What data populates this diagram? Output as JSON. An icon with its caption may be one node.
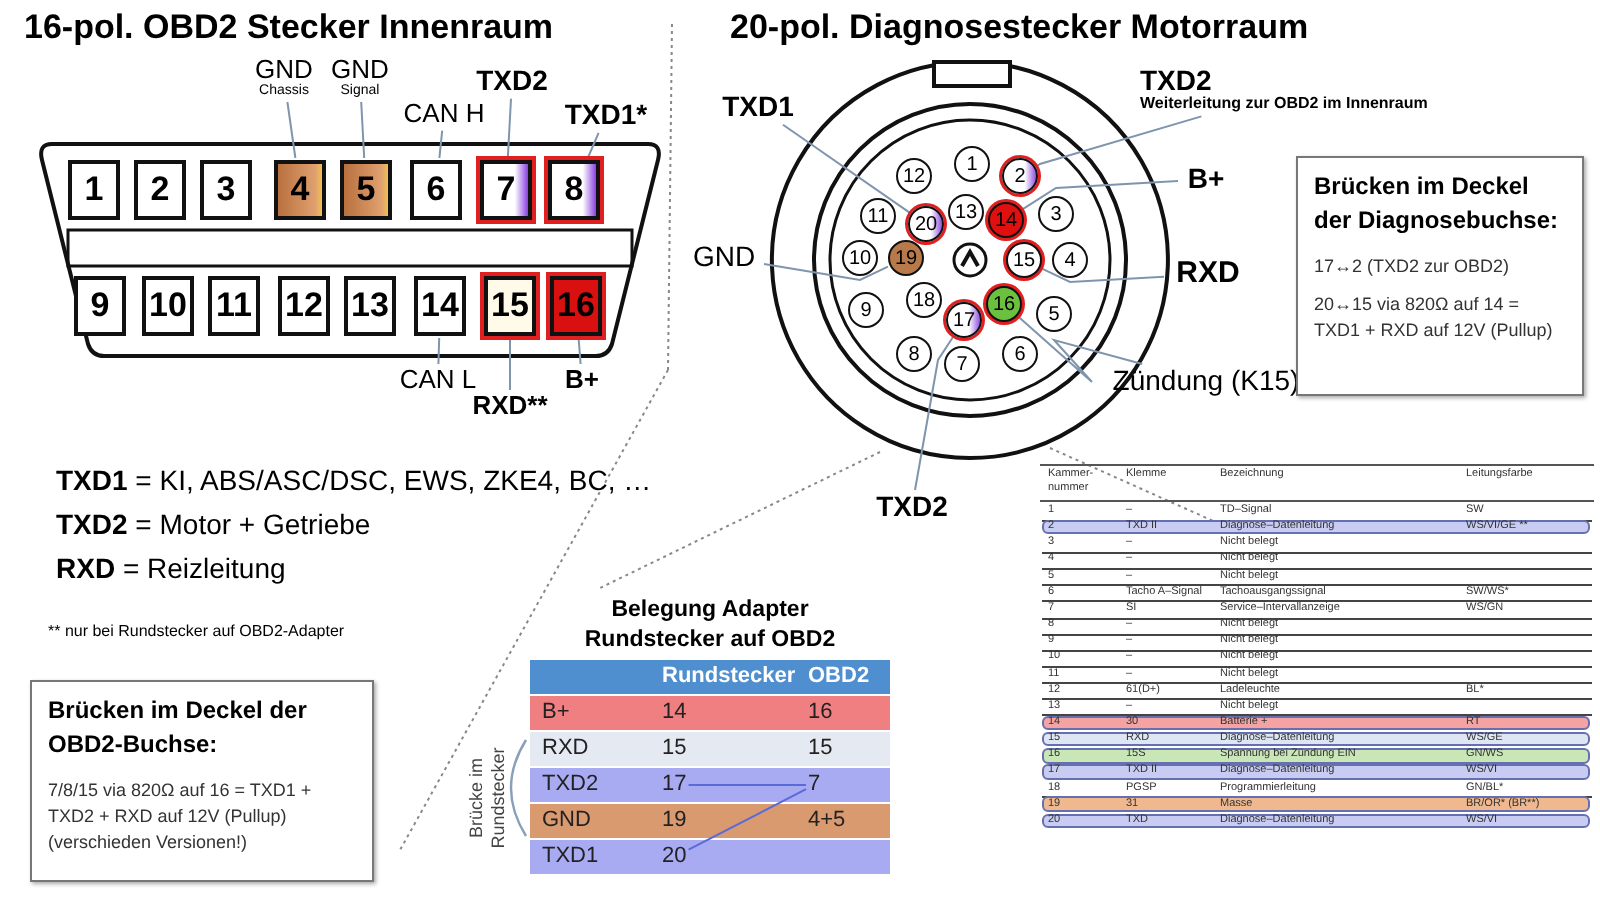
{
  "diagram": {
    "nodes": [
      {
        "text": [],
        "shape": "box"
      },
      {
        "text": [
          "1"
        ],
        "in": 0
      },
      {
        "text": [
          "2"
        ],
        "in": 0
      },
      {
        "text": [
          "3"
        ],
        "in": 0
      },
      {
        "text": [
          "4"
        ],
        "in": 0
      },
      {
        "text": [
          "5"
        ],
        "in": 0
      },
      {
        "text": [
          "6"
        ],
        "in": 0
      },
      {
        "text": [
          "7"
        ],
        "in": 0
      },
      {
        "text": [
          "8"
        ],
        "in": 0
      },
      {
        "text": [
          "9"
        ],
        "in": 0
      },
      {
        "text": [
          "10"
        ],
        "in": 0
      },
      {
        "text": [
          "11"
        ],
        "in": 0
      },
      {
        "text": [
          "12"
        ],
        "in": 0
      },
      {
        "text": [
          "13"
        ],
        "in": 0
      },
      {
        "text": [
          "14"
        ],
        "in": 0
      },
      {
        "text": [
          "15"
        ],
        "in": 0
      },
      {
        "text": [
          "16"
        ],
        "in": 0
      },
      {
        "text": [
          "GND",
          "Chassis"
        ]
      },
      {
        "text": [
          "GND",
          "Signal"
        ]
      },
      {
        "text": [
          "CAN H"
        ]
      },
      {
        "text": [
          "TXD2"
        ]
      },
      {
        "text": [
          "TXD1*"
        ]
      },
      {
        "text": [
          "CAN L"
        ]
      },
      {
        "text": [
          "B+"
        ]
      },
      {
        "text": [
          "RXD**"
        ]
      },
      {
        "text": [],
        "shape": "circle"
      },
      {
        "text": [
          "1"
        ],
        "in": 25
      },
      {
        "text": [
          "2"
        ],
        "in": 25
      },
      {
        "text": [
          "3"
        ],
        "in": 25
      },
      {
        "text": [
          "4"
        ],
        "in": 25
      },
      {
        "text": [
          "5"
        ],
        "in": 25
      },
      {
        "text": [
          "6"
        ],
        "in": 25
      },
      {
        "text": [
          "7"
        ],
        "in": 25
      },
      {
        "text": [
          "8"
        ],
        "in": 25
      },
      {
        "text": [
          "9"
        ],
        "in": 25
      },
      {
        "text": [
          "10"
        ],
        "in": 25
      },
      {
        "text": [
          "11"
        ],
        "in": 25
      },
      {
        "text": [
          "12"
        ],
        "in": 25
      },
      {
        "text": [
          "13"
        ],
        "in": 25
      },
      {
        "text": [
          "14"
        ],
        "in": 25
      },
      {
        "text": [
          "15"
        ],
        "in": 25
      },
      {
        "text": [
          "16"
        ],
        "in": 25
      },
      {
        "text": [
          "17"
        ],
        "in": 25
      },
      {
        "text": [
          "18"
        ],
        "in": 25
      },
      {
        "text": [
          "19"
        ],
        "in": 25
      },
      {
        "text": [
          "20"
        ],
        "in": 25
      },
      {
        "text": [
          "TXD1"
        ]
      },
      {
        "text": [
          "TXD2",
          "Weiterleitung zur OBD2 im Innenraum"
        ]
      },
      {
        "text": [
          "B+"
        ]
      },
      {
        "text": [
          "GND"
        ]
      },
      {
        "text": [
          "RXD"
        ]
      },
      {
        "text": [
          "Zündung (K15)"
        ]
      },
      {
        "text": [
          "TXD2"
        ]
      },
      {
        "text": [
          "Brücken im Deckel der Diagnosebuchse:",
          "17↔2 (TXD2 zur OBD2)",
          "20↔15 via 820Ω auf 14 = TXD1 + RXD auf 12V (Pullup)"
        ]
      },
      {
        "text": [
          "Brücken im Deckel der OBD2-Buchse:",
          "7/8/15 via 820Ω auf 16 = TXD1 + TXD2 + RXD auf 12V (Pullup) (verschieden Versionen!)"
        ]
      },
      {
        "text": [
          "Belegung Adapter Rundstecker auf OBD2"
        ]
      },
      {
        "text": [
          "Rundstecker"
        ],
        "in": 55
      },
      {
        "text": [
          "OBD2"
        ],
        "in": 55
      },
      {
        "text": [
          "B+"
        ],
        "in": 55
      },
      {
        "text": [
          "14"
        ],
        "in": 55
      },
      {
        "text": [
          "16"
        ],
        "in": 55
      },
      {
        "text": [
          "RXD"
        ],
        "in": 55
      },
      {
        "text": [
          "15"
        ],
        "in": 55
      },
      {
        "text": [
          "15"
        ],
        "in": 55
      },
      {
        "text": [
          "TXD2"
        ],
        "in": 55
      },
      {
        "text": [
          "17"
        ],
        "in": 55
      },
      {
        "text": [
          "7"
        ],
        "in": 55
      },
      {
        "text": [
          "GND"
        ],
        "in": 55
      },
      {
        "text": [
          "19"
        ],
        "in": 55
      },
      {
        "text": [
          "4+5"
        ],
        "in": 55
      },
      {
        "text": [
          "TXD1"
        ],
        "in": 55
      },
      {
        "text": [
          "20"
        ],
        "in": 55
      }
    ],
    "edges": [
      {
        "from": 17,
        "to": 4,
        "arrow": "none"
      },
      {
        "from": 18,
        "to": 5,
        "arrow": "none"
      },
      {
        "from": 19,
        "to": 6,
        "arrow": "none"
      },
      {
        "from": 20,
        "to": 7,
        "arrow": "none"
      },
      {
        "from": 21,
        "to": 8,
        "arrow": "none"
      },
      {
        "from": 22,
        "to": 14,
        "arrow": "none"
      },
      {
        "from": 23,
        "to": 16,
        "arrow": "none"
      },
      {
        "from": 24,
        "to": 15,
        "arrow": "none"
      },
      {
        "from": 46,
        "to": 45,
        "arrow": "none"
      },
      {
        "from": 47,
        "to": 27,
        "arrow": "none"
      },
      {
        "from": 48,
        "to": 39,
        "arrow": "none"
      },
      {
        "from": 49,
        "to": 44,
        "arrow": "none"
      },
      {
        "from": 50,
        "to": 40,
        "arrow": "none"
      },
      {
        "from": 51,
        "to": 41,
        "arrow": "none"
      },
      {
        "from": 52,
        "to": 42,
        "arrow": "none"
      },
      {
        "from": 65,
        "to": 66,
        "arrow": "none",
        "color": "#5a6ad8"
      },
      {
        "from": 71,
        "to": 66,
        "arrow": "none",
        "color": "#5a6ad8"
      }
    ],
    "labels": [
      "16-pol. OBD2 Stecker Innenraum",
      "20-pol. Diagnosestecker Motorraum",
      "**TXD1** = KI, ABS/ASC/DSC, EWS, ZKE4, BC, …",
      "**TXD2** = Motor + Getriebe",
      "**RXD** = Reizleitung",
      "** nur bei Rundstecker auf OBD2-Adapter",
      "Brücke im Rundstecker",
      "Kammer- nummer",
      "Klemme",
      "Bezeichnung",
      "Leitungsfarbe",
      "1",
      "–",
      "TD–Signal",
      "SW",
      "2",
      "TXD II",
      "Diagnose–Datenleitung",
      "WS/VI/GE **",
      "3",
      "–",
      "Nicht belegt",
      "4",
      "–",
      "Nicht belegt",
      "5",
      "–",
      "Nicht belegt",
      "6",
      "Tacho A–Signal",
      "Tachoausgangssignal",
      "SW/WS*",
      "7",
      "SI",
      "Service–Intervallanzeige",
      "WS/GN",
      "8",
      "–",
      "Nicht belegt",
      "9",
      "–",
      "Nicht belegt",
      "10",
      "–",
      "Nicht belegt",
      "11",
      "–",
      "Nicht belegt",
      "12",
      "61(D+)",
      "Ladeleuchte",
      "BL*",
      "13",
      "–",
      "Nicht belegt",
      "14",
      "30",
      "Batterie +",
      "RT",
      "15",
      "RXD",
      "Diagnose–Datenleitung",
      "WS/GE",
      "16",
      "15S",
      "Spannung bei Zündung EIN",
      "GN/WS",
      "17",
      "TXD II",
      "Diagnose–Datenleitung",
      "WS/VI",
      "18",
      "PGSP",
      "Programmierleitung",
      "GN/BL*",
      "19",
      "31",
      "Masse",
      "BR/OR* (BR**)",
      "20",
      "TXD",
      "Diagnose–Datenleitung",
      "WS/VI"
    ]
  }
}
